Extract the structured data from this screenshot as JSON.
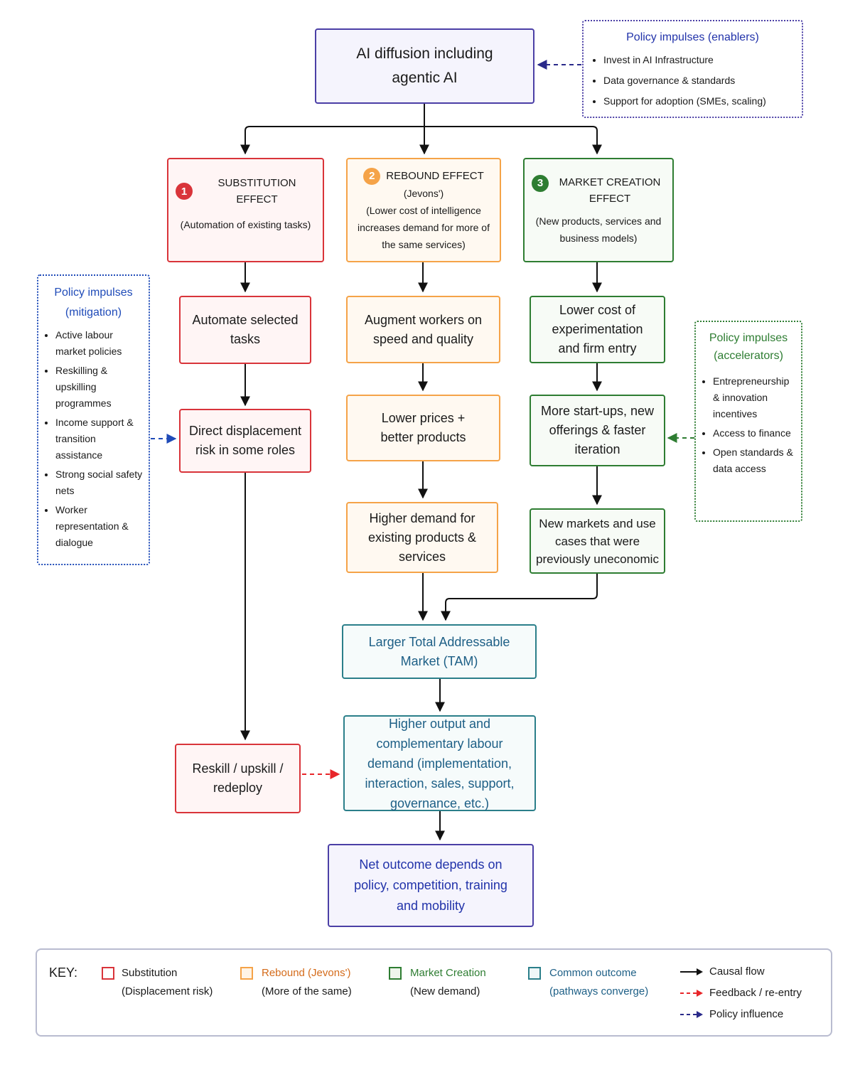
{
  "top": {
    "line1": "AI diffusion including",
    "line2": "agentic AI"
  },
  "enablers": {
    "title": "Policy impulses (enablers)",
    "items": [
      "Invest in AI Infrastructure",
      "Data governance & standards",
      "Support for adoption (SMEs, scaling)"
    ]
  },
  "substitution": {
    "number": "1",
    "title": "SUBSTITUTION EFFECT",
    "desc": "(Automation of existing tasks)"
  },
  "rebound": {
    "number": "2",
    "title": "REBOUND EFFECT",
    "sub": "(Jevons')",
    "desc": "(Lower cost of intelligence increases demand for more of the same services)"
  },
  "market": {
    "number": "3",
    "title": "MARKET CREATION EFFECT",
    "desc": "(New products, services and business models)"
  },
  "red_chain": [
    "Automate selected tasks",
    "Direct displacement risk in some roles",
    "Reskill / upskill / redeploy"
  ],
  "orange_chain": [
    "Augment workers on speed and quality",
    "Lower prices + better products",
    "Higher demand for existing products & services"
  ],
  "green_chain": [
    "Lower cost of experimentation and firm entry",
    "More start-ups, new offerings & faster iteration",
    "New markets and use cases that were previously uneconomic"
  ],
  "mitigation": {
    "title": "Policy impulses (mitigation)",
    "items": [
      "Active labour market policies",
      "Reskilling & upskilling programmes",
      "Income support & transition assistance",
      "Strong social safety nets",
      "Worker representation & dialogue"
    ]
  },
  "accelerators": {
    "title": "Policy impulses (accelerators)",
    "items": [
      "Entrepreneurship & innovation incentives",
      "Access to finance",
      "Open standards & data access"
    ]
  },
  "tam": "Larger Total Addressable Market (TAM)",
  "output": "Higher output and complementary labour demand (implementation, interaction, sales, support, governance, etc.)",
  "net": "Net outcome depends on policy, competition, training and mobility",
  "key": {
    "label": "KEY:",
    "items": [
      {
        "name": "Substitution",
        "sub": "(Displacement risk)"
      },
      {
        "name": "Rebound (Jevons')",
        "sub": "(More of the same)"
      },
      {
        "name": "Market Creation",
        "sub": "(New demand)"
      },
      {
        "name": "Common outcome",
        "sub": "(pathways converge)"
      }
    ],
    "flows": [
      "Causal flow",
      "Feedback / re-entry",
      "Policy influence"
    ]
  },
  "colors": {
    "substitution": "#d9343a",
    "rebound": "#f5a348",
    "market": "#2e7d32",
    "outcome": "#2b7f8a",
    "top": "#4b3fa6",
    "policy_text": "#2233aa",
    "feedback": "#e8262a",
    "policy_arrow": "#2a2a8a"
  }
}
